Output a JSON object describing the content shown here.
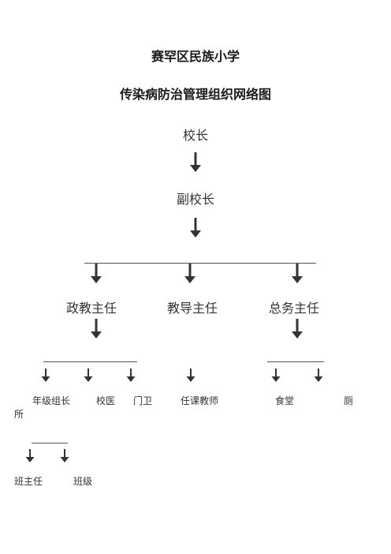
{
  "school": "赛罕区民族小学",
  "title": "传染病防治管理组织网络图",
  "nodes": {
    "principal": "校长",
    "vice_principal": "副校长",
    "political_director": "政教主任",
    "teaching_director": "教导主任",
    "general_affairs_director": "总务主任",
    "grade_leader": "年级组长",
    "school_doctor": "校医",
    "guard": "门卫",
    "subject_teacher": "任课教师",
    "canteen": "食堂",
    "toilet_part1": "厕",
    "toilet_part2": "所",
    "homeroom_teacher": "班主任",
    "class": "班级"
  }
}
